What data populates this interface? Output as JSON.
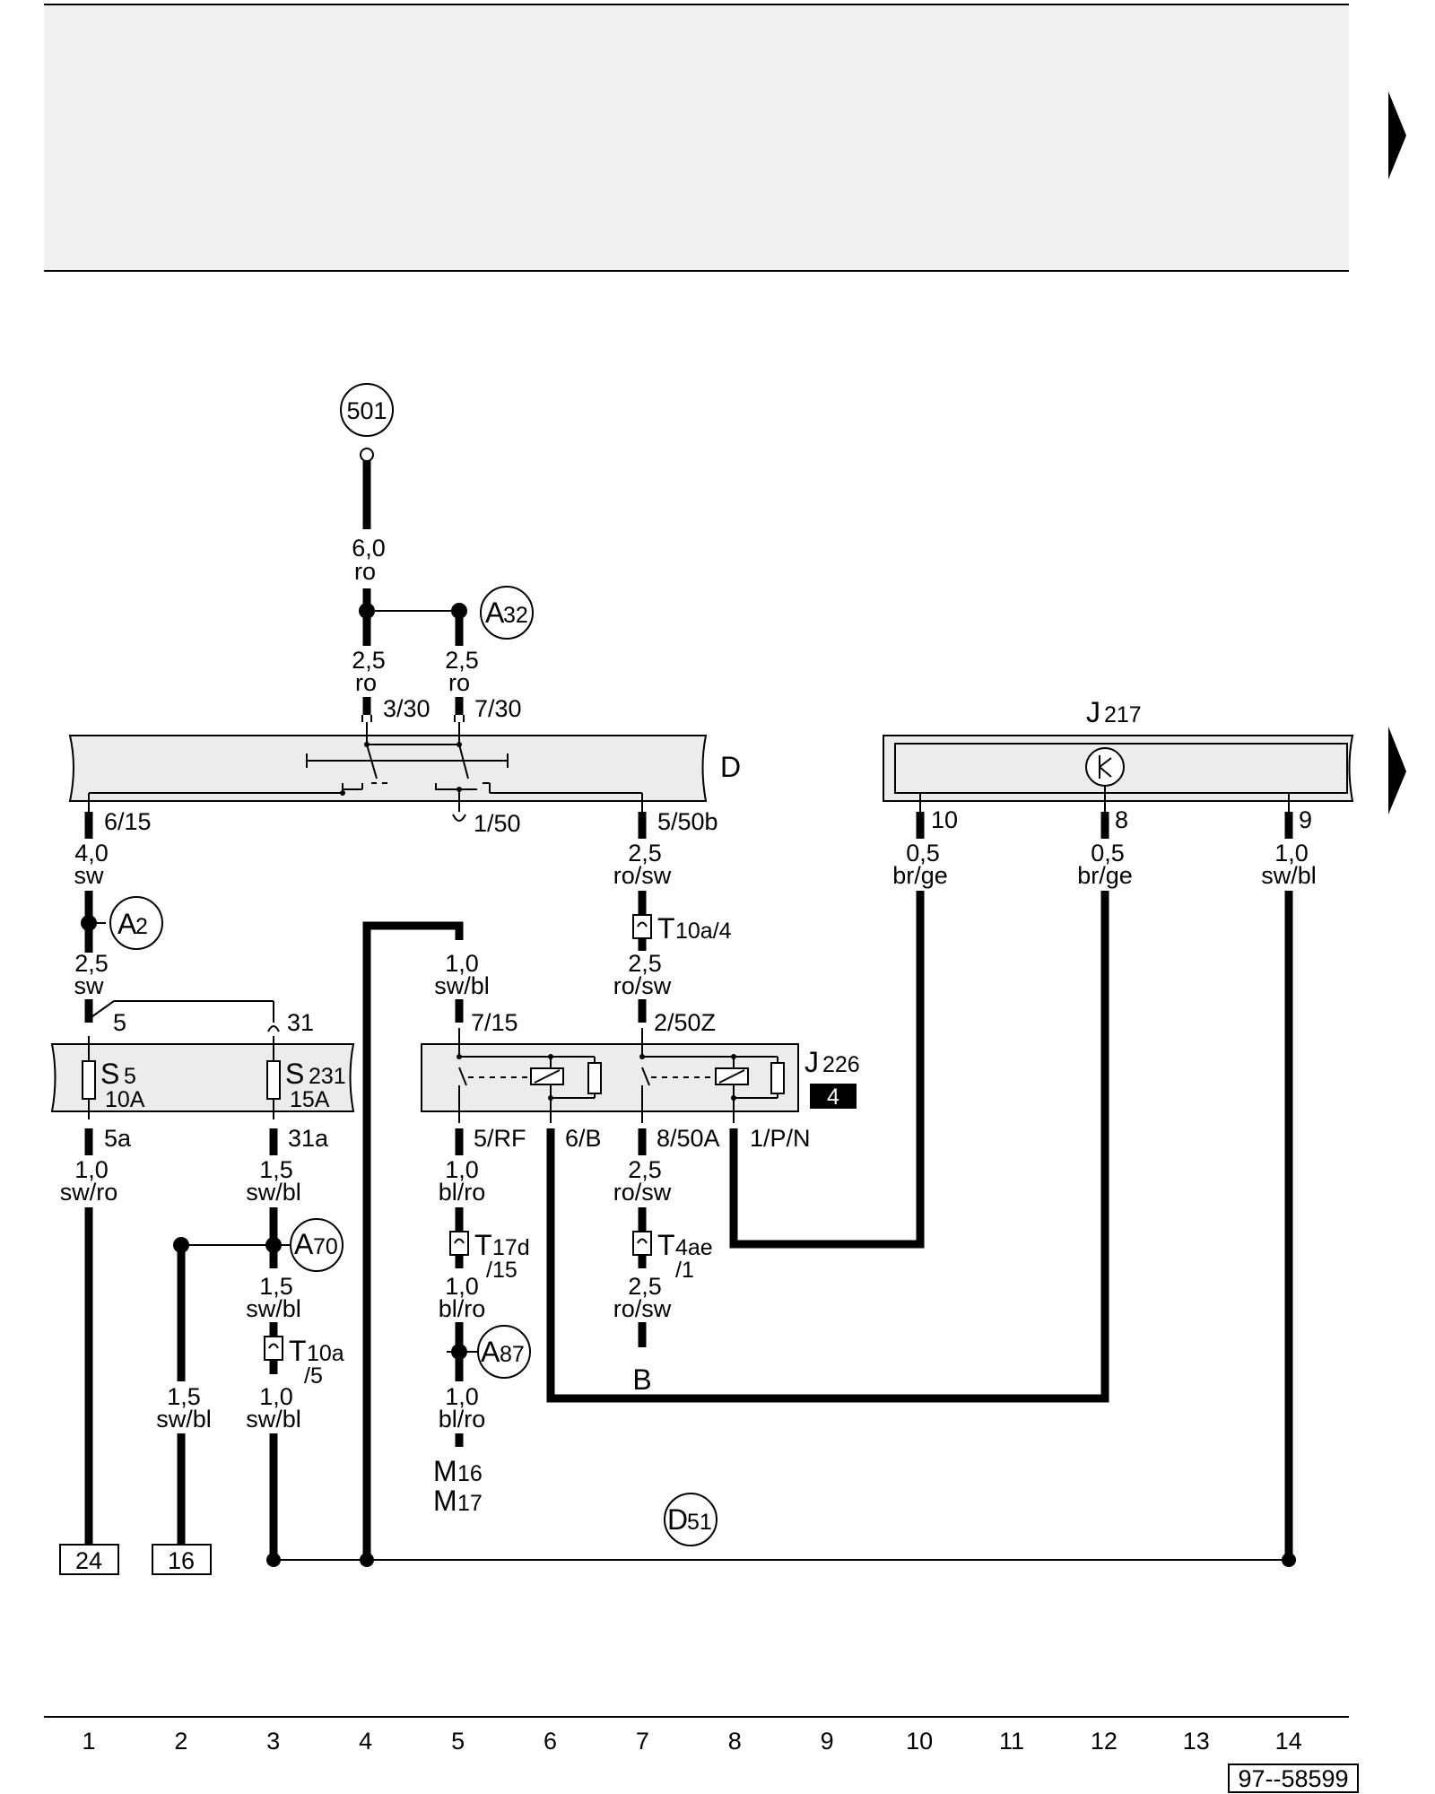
{
  "figure_id": "97--58599",
  "column_numbers": [
    "1",
    "2",
    "3",
    "4",
    "5",
    "6",
    "7",
    "8",
    "9",
    "10",
    "11",
    "12",
    "13",
    "14"
  ],
  "components": {
    "ignition_switch": {
      "name": "D",
      "pins": [
        "3/30",
        "7/30",
        "6/15",
        "1/50",
        "5/50b"
      ]
    },
    "control_unit": {
      "name": "J",
      "sub": "217",
      "pins": [
        "10",
        "8",
        "9"
      ]
    },
    "relay": {
      "name": "J",
      "sub": "226",
      "badge": "4",
      "pins": [
        "7/15",
        "2/50Z",
        "5/RF",
        "6/B",
        "8/50A",
        "1/P/N"
      ]
    },
    "fuse_s5": {
      "name": "S",
      "sub": "5",
      "rating": "10A",
      "pin_in": "5",
      "pin_out": "5a"
    },
    "fuse_s231": {
      "name": "S",
      "sub": "231",
      "rating": "15A",
      "pin_in": "31",
      "pin_out": "31a"
    }
  },
  "ground_points": [
    {
      "name": "A",
      "sub": "2"
    },
    {
      "name": "A",
      "sub": "32"
    },
    {
      "name": "A",
      "sub": "70"
    },
    {
      "name": "A",
      "sub": "87"
    },
    {
      "name": "D",
      "sub": "51"
    }
  ],
  "connectors": [
    {
      "name": "T",
      "sub": "10a/4"
    },
    {
      "name": "T",
      "sub": "17d",
      "sub2": "/15"
    },
    {
      "name": "T",
      "sub": "4ae",
      "sub2": "/1"
    },
    {
      "name": "T",
      "sub": "10a",
      "sub2": "/5"
    }
  ],
  "reference_circle": "501",
  "output_labels": {
    "motors_line1": {
      "name": "M",
      "sub": "16"
    },
    "motors_line2": {
      "name": "M",
      "sub": "17"
    },
    "b_terminal": "B"
  },
  "continuation_boxes": [
    "24",
    "16"
  ],
  "wires": {
    "w501_size": "6,0",
    "w501_color": "ro",
    "w330_size": "2,5",
    "w330_color": "ro",
    "w730_size": "2,5",
    "w730_color": "ro",
    "w615_size": "4,0",
    "w615_color": "sw",
    "wa2_size": "2,5",
    "wa2_color": "sw",
    "w550b_size": "2,5",
    "w550b_color": "ro/sw",
    "w7t_size": "2,5",
    "w7t_color": "ro/sw",
    "w715_size": "1,0",
    "w715_color": "sw/bl",
    "w10_size": "0,5",
    "w10_color": "br/ge",
    "w8_size": "0,5",
    "w8_color": "br/ge",
    "w9_size": "1,0",
    "w9_color": "sw/bl",
    "w5a_size": "1,0",
    "w5a_color": "sw/ro",
    "w31a_size": "1,5",
    "w31a_color": "sw/bl",
    "wa70_size": "1,5",
    "wa70_color": "sw/bl",
    "w2_size": "1,5",
    "w2_color": "sw/bl",
    "w3b_size": "1,0",
    "w3b_color": "sw/bl",
    "w5rf_size": "1,0",
    "w5rf_color": "bl/ro",
    "w5b_size": "1,0",
    "w5b_color": "bl/ro",
    "w5c_size": "1,0",
    "w5c_color": "bl/ro",
    "w850a_size": "2,5",
    "w850a_color": "ro/sw",
    "w7b_size": "2,5",
    "w7b_color": "ro/sw"
  },
  "arrows": [
    "page-continuation-arrow",
    "page-continuation-arrow"
  ]
}
